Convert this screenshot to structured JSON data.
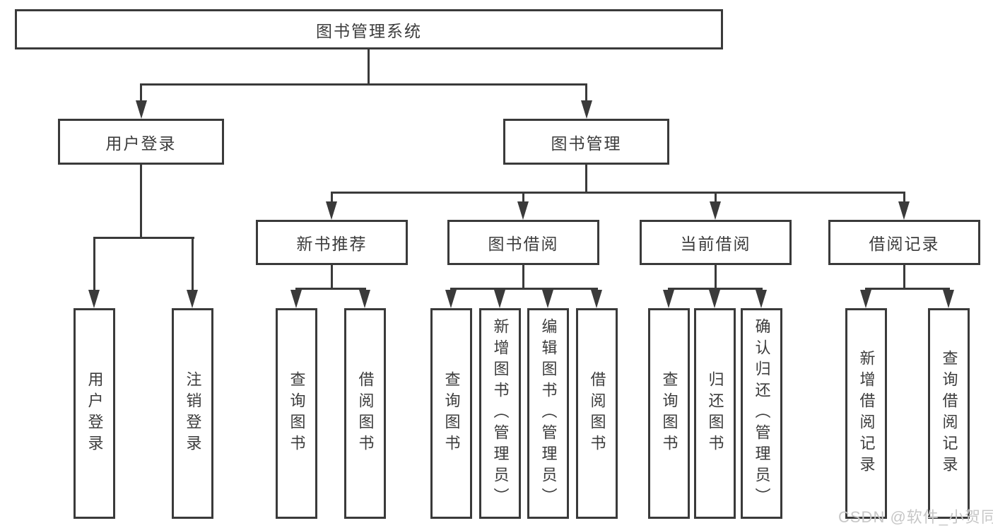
{
  "diagram": {
    "type": "tree",
    "root": {
      "label": "图书管理系统"
    },
    "level2": [
      {
        "label": "用户登录"
      },
      {
        "label": "图书管理"
      }
    ],
    "level3": [
      {
        "label": "新书推荐",
        "parent": "图书管理"
      },
      {
        "label": "图书借阅",
        "parent": "图书管理"
      },
      {
        "label": "当前借阅",
        "parent": "图书管理"
      },
      {
        "label": "借阅记录",
        "parent": "图书管理"
      }
    ],
    "leaves": [
      {
        "label": "用户登录",
        "parent": "用户登录"
      },
      {
        "label": "注销登录",
        "parent": "用户登录"
      },
      {
        "label": "查询图书",
        "parent": "新书推荐"
      },
      {
        "label": "借阅图书",
        "parent": "新书推荐"
      },
      {
        "label": "查询图书",
        "parent": "图书借阅"
      },
      {
        "label": "新增图书（管理员）",
        "parent": "图书借阅"
      },
      {
        "label": "编辑图书（管理员）",
        "parent": "图书借阅"
      },
      {
        "label": "借阅图书",
        "parent": "图书借阅"
      },
      {
        "label": "查询图书",
        "parent": "当前借阅"
      },
      {
        "label": "归还图书",
        "parent": "当前借阅"
      },
      {
        "label": "确认归还（管理员）",
        "parent": "当前借阅"
      },
      {
        "label": "新增借阅记录",
        "parent": "借阅记录"
      },
      {
        "label": "查询借阅记录",
        "parent": "借阅记录"
      }
    ],
    "watermark": "CSDN @软件_小贺同学",
    "colors": {
      "line": "#3a3a3a",
      "text": "#3c3c3c",
      "watermark": "#c7c7c7",
      "background": "#ffffff"
    }
  }
}
